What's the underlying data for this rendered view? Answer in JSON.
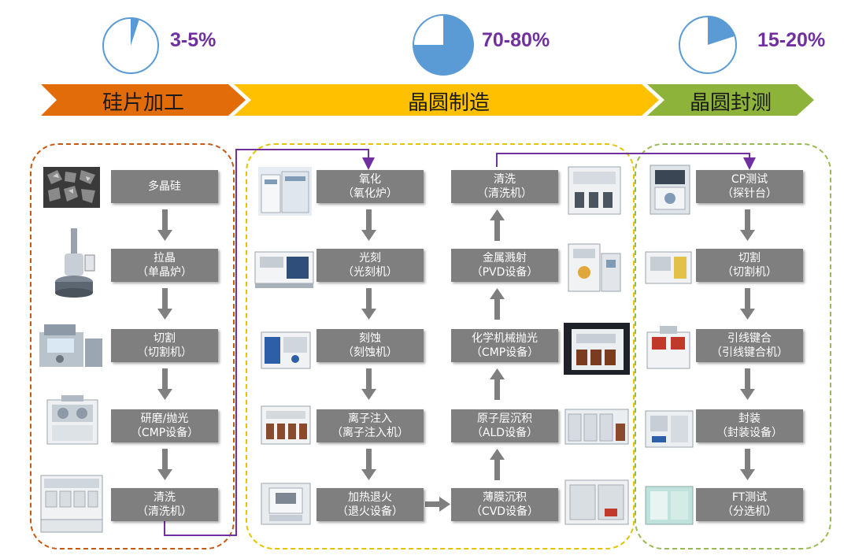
{
  "colors": {
    "pie_fill": "#5b9bd5",
    "pie_border": "#5b9bd5",
    "percent_text": "#7030a0",
    "banner_orange": "#e36c0a",
    "banner_yellow": "#ffc000",
    "banner_green": "#8db33a",
    "border_orange": "#c55a11",
    "border_yellow": "#e6c200",
    "border_green": "#98b954",
    "box_gray": "#7f7f7f",
    "flow_purple": "#7030a0"
  },
  "chart_data": {
    "type": "pie",
    "charts": [
      {
        "label": "3-5%",
        "fraction": 0.05
      },
      {
        "label": "70-80%",
        "fraction": 0.75
      },
      {
        "label": "15-20%",
        "fraction": 0.2
      }
    ]
  },
  "banners": [
    {
      "label": "硅片加工"
    },
    {
      "label": "晶圆制造"
    },
    {
      "label": "晶圆封测"
    }
  ],
  "silicon": {
    "steps": [
      {
        "line1": "多晶硅",
        "line2": ""
      },
      {
        "line1": "拉晶",
        "line2": "（单晶炉）"
      },
      {
        "line1": "切割",
        "line2": "（切割机）"
      },
      {
        "line1": "研磨/抛光",
        "line2": "（CMP设备）"
      },
      {
        "line1": "清洗",
        "line2": "（清洗机）"
      }
    ]
  },
  "fab_left": {
    "steps": [
      {
        "line1": "氧化",
        "line2": "（氧化炉）"
      },
      {
        "line1": "光刻",
        "line2": "（光刻机）"
      },
      {
        "line1": "刻蚀",
        "line2": "（刻蚀机）"
      },
      {
        "line1": "离子注入",
        "line2": "（离子注入机）"
      },
      {
        "line1": "加热退火",
        "line2": "（退火设备）"
      }
    ]
  },
  "fab_right": {
    "steps": [
      {
        "line1": "清洗",
        "line2": "（清洗机）"
      },
      {
        "line1": "金属溅射",
        "line2": "（PVD设备）"
      },
      {
        "line1": "化学机械抛光",
        "line2": "（CMP设备）"
      },
      {
        "line1": "原子层沉积",
        "line2": "（ALD设备）"
      },
      {
        "line1": "薄膜沉积",
        "line2": "（CVD设备）"
      }
    ]
  },
  "package": {
    "steps": [
      {
        "line1": "CP测试",
        "line2": "（探针台）"
      },
      {
        "line1": "切割",
        "line2": "（切割机）"
      },
      {
        "line1": "引线键合",
        "line2": "（引线键合机）"
      },
      {
        "line1": "封装",
        "line2": "（封装设备）"
      },
      {
        "line1": "FT测试",
        "line2": "（分选机）"
      }
    ]
  }
}
